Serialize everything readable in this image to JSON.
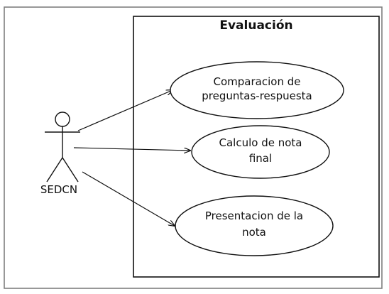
{
  "diagram": {
    "system": {
      "title": "Evaluación"
    },
    "actor": {
      "name": "SEDCN"
    },
    "use_cases": [
      {
        "line1": "Comparacion de",
        "line2": "preguntas-respuesta"
      },
      {
        "line1": "Calculo de nota",
        "line2": "final"
      },
      {
        "line1": "Presentacion de la",
        "line2": "nota"
      }
    ]
  },
  "colors": {
    "ink": "#111111",
    "page_border": "#7f7f7f",
    "background": "#ffffff"
  }
}
